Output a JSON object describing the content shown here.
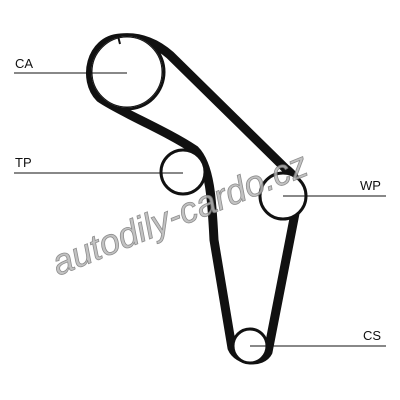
{
  "labels": {
    "camshaft": "CA",
    "tensioner": "TP",
    "water_pump": "WP",
    "crankshaft": "CS"
  },
  "watermark": "autodily-cardo.cz",
  "colors": {
    "belt": "#111111",
    "lines": "#111111",
    "watermark": "#b8b8b8"
  }
}
